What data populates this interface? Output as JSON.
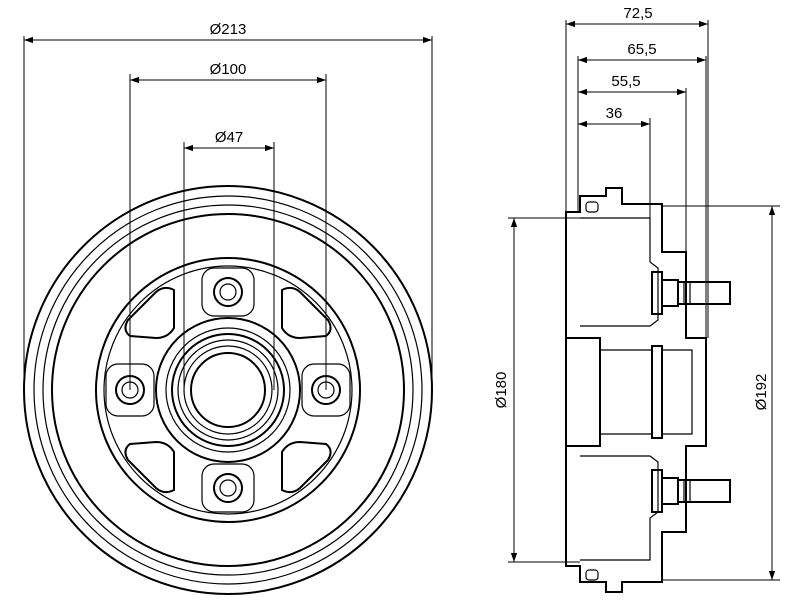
{
  "dimensions": {
    "front": {
      "outer_diameter": "Ø213",
      "bolt_circle": "Ø100",
      "center_bore": "Ø47"
    },
    "side": {
      "total_height": "72,5",
      "height_2": "65,5",
      "height_3": "55,5",
      "height_4": "36",
      "inner_diameter": "Ø180",
      "outer_diameter": "Ø192"
    }
  }
}
